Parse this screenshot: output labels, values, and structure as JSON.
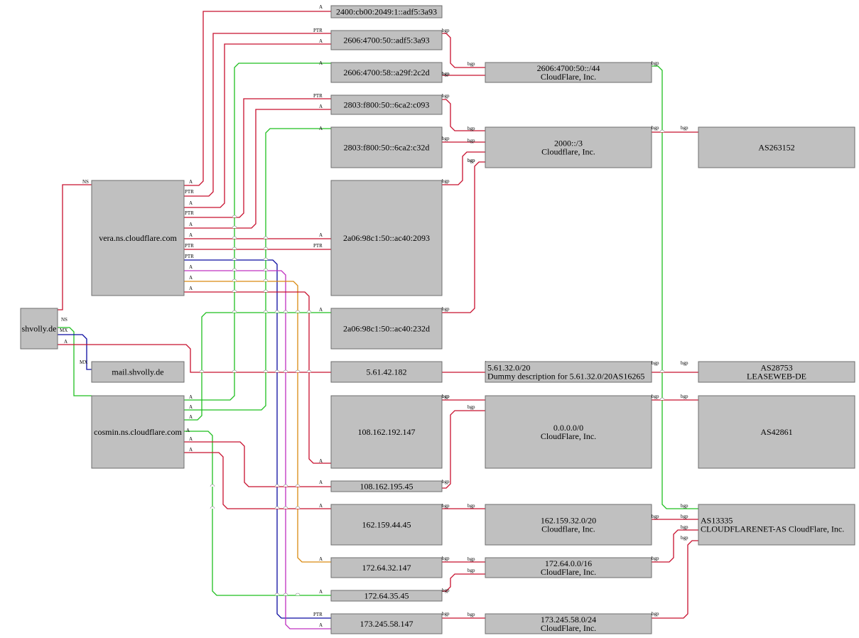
{
  "colors": {
    "red": "#c8102e",
    "green": "#1fbf1f",
    "blue": "#0a0aa0",
    "magenta": "#c030c0",
    "orange": "#d98a10",
    "node_fill": "#c0c0c0"
  },
  "nodes": {
    "shvolly": [
      "shvolly.de"
    ],
    "vera": [
      "vera.ns.cloudflare.com"
    ],
    "cosmin": [
      "cosmin.ns.cloudflare.com"
    ],
    "mail": [
      "mail.shvolly.de"
    ],
    "ip_2400": [
      "2400:cb00:2049:1::adf5:3a93"
    ],
    "ip_2606_50": [
      "2606:4700:50::adf5:3a93"
    ],
    "ip_2606_58": [
      "2606:4700:58::a29f:2c2d"
    ],
    "ip_2803_093": [
      "2803:f800:50::6ca2:c093"
    ],
    "ip_2803_32d": [
      "2803:f800:50::6ca2:c32d"
    ],
    "ip_2a06_2093": [
      "2a06:98c1:50::ac40:2093"
    ],
    "ip_2a06_232d": [
      "2a06:98c1:50::ac40:232d"
    ],
    "ip_5_61": [
      "5.61.42.182"
    ],
    "ip_108_147": [
      "108.162.192.147"
    ],
    "ip_108_45": [
      "108.162.195.45"
    ],
    "ip_162": [
      "162.159.44.45"
    ],
    "ip_172_32": [
      "172.64.32.147"
    ],
    "ip_172_35": [
      "172.64.35.45"
    ],
    "ip_173": [
      "173.245.58.147"
    ],
    "pfx_2606": [
      "2606:4700:50::/44",
      "CloudFlare, Inc."
    ],
    "pfx_2000": [
      "2000::/3",
      "Cloudflare, Inc."
    ],
    "pfx_5_61": [
      "5.61.32.0/20",
      "Dummy description for 5.61.32.0/20AS16265"
    ],
    "pfx_0000": [
      "0.0.0.0/0",
      "CloudFlare, Inc."
    ],
    "pfx_162": [
      "162.159.32.0/20",
      "Cloudflare, Inc."
    ],
    "pfx_172": [
      "172.64.0.0/16",
      "CloudFlare, Inc."
    ],
    "pfx_173": [
      "173.245.58.0/24",
      "CloudFlare, Inc."
    ],
    "as263152": [
      "AS263152"
    ],
    "as28753": [
      "AS28753",
      "LEASEWEB-DE"
    ],
    "as42861": [
      "AS42861"
    ],
    "as13335": [
      "AS13335",
      "CLOUDFLARENET-AS CloudFlare, Inc."
    ]
  },
  "edges": [
    {
      "from": "shvolly",
      "to": "vera",
      "label": "NS",
      "color": "red"
    },
    {
      "from": "shvolly",
      "to": "cosmin",
      "label": "NS",
      "color": "green"
    },
    {
      "from": "shvolly",
      "to": "mail",
      "label": "MX",
      "color": "blue"
    },
    {
      "from": "shvolly",
      "to": "ip_5_61",
      "label": "A",
      "color": "red"
    },
    {
      "from": "vera",
      "to": "ip_2400",
      "label": "A",
      "color": "red"
    },
    {
      "from": "vera",
      "to": "ip_2606_50",
      "label": "PTR",
      "color": "red"
    },
    {
      "from": "vera",
      "to": "ip_2606_50",
      "label": "A",
      "color": "red"
    },
    {
      "from": "vera",
      "to": "ip_2803_093",
      "label": "PTR",
      "color": "red"
    },
    {
      "from": "vera",
      "to": "ip_2803_093",
      "label": "A",
      "color": "red"
    },
    {
      "from": "vera",
      "to": "ip_2a06_2093",
      "label": "A",
      "color": "red"
    },
    {
      "from": "vera",
      "to": "ip_2a06_2093",
      "label": "PTR",
      "color": "red"
    },
    {
      "from": "vera",
      "to": "ip_173",
      "label": "PTR",
      "color": "blue"
    },
    {
      "from": "vera",
      "to": "ip_173",
      "label": "A",
      "color": "magenta"
    },
    {
      "from": "vera",
      "to": "ip_172_32",
      "label": "A",
      "color": "orange"
    },
    {
      "from": "vera",
      "to": "ip_108_147",
      "label": "A",
      "color": "red"
    },
    {
      "from": "cosmin",
      "to": "ip_2606_58",
      "label": "A",
      "color": "green"
    },
    {
      "from": "cosmin",
      "to": "ip_2803_32d",
      "label": "A",
      "color": "green"
    },
    {
      "from": "cosmin",
      "to": "ip_2a06_232d",
      "label": "A",
      "color": "green"
    },
    {
      "from": "cosmin",
      "to": "ip_172_35",
      "label": "A",
      "color": "green"
    },
    {
      "from": "cosmin",
      "to": "ip_108_45",
      "label": "A",
      "color": "red"
    },
    {
      "from": "cosmin",
      "to": "ip_162",
      "label": "A",
      "color": "red"
    },
    {
      "from": "ip_2606_50",
      "to": "pfx_2606",
      "label": "bgp",
      "color": "red"
    },
    {
      "from": "ip_2606_58",
      "to": "pfx_2606",
      "label": "bgp",
      "color": "red"
    },
    {
      "from": "ip_2803_093",
      "to": "pfx_2000",
      "label": "bgp",
      "color": "red"
    },
    {
      "from": "ip_2803_32d",
      "to": "pfx_2000",
      "label": "bgp",
      "color": "red"
    },
    {
      "from": "ip_2a06_2093",
      "to": "pfx_2000",
      "label": "bgp",
      "color": "red"
    },
    {
      "from": "ip_2a06_232d",
      "to": "pfx_2000",
      "label": "bgp",
      "color": "red"
    },
    {
      "from": "ip_5_61",
      "to": "pfx_5_61",
      "label": "bgp",
      "color": "red"
    },
    {
      "from": "ip_108_147",
      "to": "pfx_0000",
      "label": "bgp",
      "color": "red"
    },
    {
      "from": "ip_108_45",
      "to": "pfx_0000",
      "label": "bgp",
      "color": "red"
    },
    {
      "from": "ip_162",
      "to": "pfx_162",
      "label": "bgp",
      "color": "red"
    },
    {
      "from": "ip_172_32",
      "to": "pfx_172",
      "label": "bgp",
      "color": "red"
    },
    {
      "from": "ip_172_35",
      "to": "pfx_172",
      "label": "bgp",
      "color": "red"
    },
    {
      "from": "ip_173",
      "to": "pfx_173",
      "label": "bgp",
      "color": "red"
    },
    {
      "from": "pfx_2606",
      "to": "as13335",
      "label": "bgp",
      "color": "green"
    },
    {
      "from": "pfx_2000",
      "to": "as263152",
      "label": "bgp",
      "color": "red"
    },
    {
      "from": "pfx_5_61",
      "to": "as28753",
      "label": "bgp",
      "color": "red"
    },
    {
      "from": "pfx_0000",
      "to": "as42861",
      "label": "bgp",
      "color": "red"
    },
    {
      "from": "pfx_162",
      "to": "as13335",
      "label": "bgp",
      "color": "red"
    },
    {
      "from": "pfx_172",
      "to": "as13335",
      "label": "bgp",
      "color": "red"
    },
    {
      "from": "pfx_173",
      "to": "as13335",
      "label": "bgp",
      "color": "red"
    }
  ]
}
